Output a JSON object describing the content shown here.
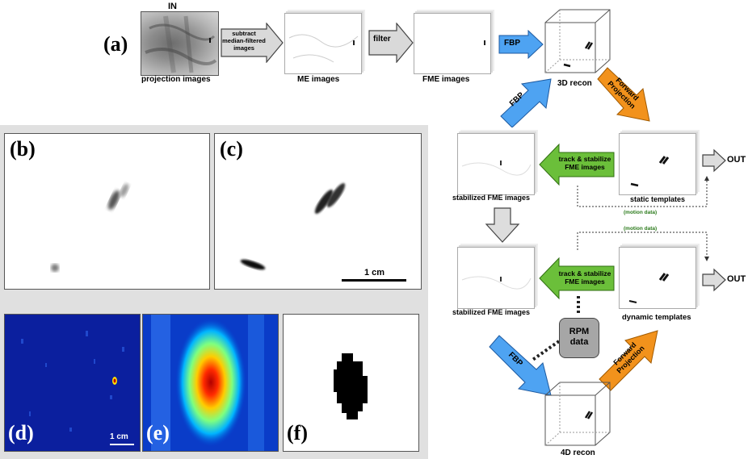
{
  "top": {
    "panel_label": "(a)",
    "in_label": "IN",
    "projection_caption": "projection images",
    "step1_text": "subtract\nmedian-filtered\nimages",
    "me_caption": "ME images",
    "step2_text": "filter",
    "fme_caption": "FME images",
    "fbp1": "FBP",
    "recon3d_caption": "3D recon"
  },
  "flow": {
    "fbp2": "FBP",
    "forward1": "Forward\nProjection",
    "track1": "track & stabilize\nFME images",
    "stab1_caption": "stabilized FME images",
    "static_caption": "static templates",
    "out1": "OUT",
    "motion1": "(motion data)",
    "motion2": "(motion data)",
    "stab2_caption": "stabilized FME images",
    "track2": "track & stabilize\nFME images",
    "dynamic_caption": "dynamic templates",
    "out2": "OUT",
    "rpm": "RPM\ndata",
    "fbp3": "FBP",
    "forward2": "Forward\nProjection",
    "recon4d_caption": "4D recon"
  },
  "panels": {
    "b": "(b)",
    "c": "(c)",
    "d": "(d)",
    "e": "(e)",
    "f": "(f)",
    "scale_c": "1 cm",
    "scale_d": "1 cm"
  },
  "colors": {
    "fbp_blue": "#4ea3f2",
    "forward_orange": "#f2921c",
    "track_green": "#6bbf3a",
    "gray_arrow": "#d9d9d9",
    "panel_bg": "#e0e0e0"
  }
}
